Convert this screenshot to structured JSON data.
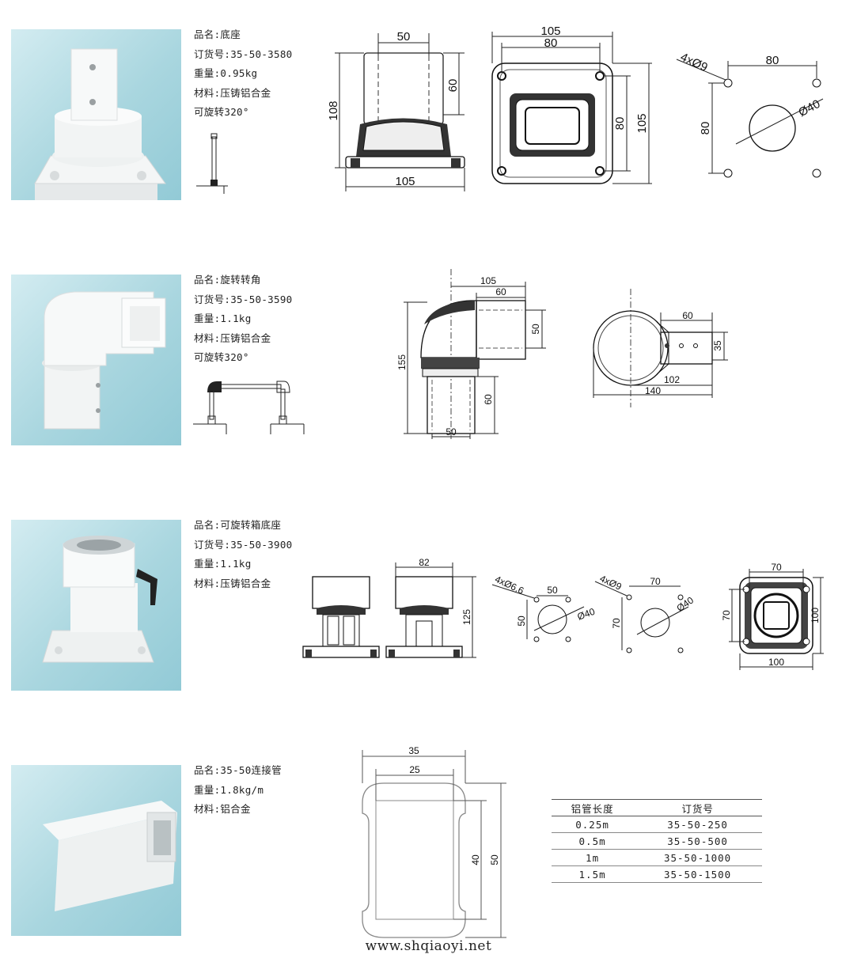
{
  "products": [
    {
      "name_line": "品名:底座",
      "order_line": "订货号:35-50-3580",
      "weight_line": "重量:0.95kg",
      "material_line": "材料:压铸铝合金",
      "rotate_line": "可旋转320°",
      "dims": {
        "top_width": "50",
        "height_right": "60",
        "height_left": "108",
        "base_width": "105",
        "plan_outer": "105",
        "plan_inner": "80",
        "plan_side_inner": "80",
        "plan_side_outer": "105",
        "holes": "4xØ9",
        "hole_spacing_x": "80",
        "hole_spacing_y": "80",
        "bore": "Ø40"
      }
    },
    {
      "name_line": "品名:旋转转角",
      "order_line": "订货号:35-50-3590",
      "weight_line": "重量:1.1kg",
      "material_line": "材料:压铸铝合金",
      "rotate_line": "可旋转320°",
      "dims": {
        "top_total": "105",
        "top_arm": "60",
        "arm_height": "50",
        "total_height": "155",
        "leg_height": "60",
        "leg_width": "50",
        "plan_arm": "60",
        "plan_arm_h": "35",
        "plan_102": "102",
        "plan_140": "140"
      }
    },
    {
      "name_line": "品名:可旋转箱底座",
      "order_line": "订货号:35-50-3900",
      "weight_line": "重量:1.1kg",
      "material_line": "材料:压铸铝合金",
      "dims": {
        "top_width": "82",
        "height": "125",
        "holes_a": "4xØ6.6",
        "spacing_a": "50",
        "spacing_a_y": "50",
        "bore_a": "Ø40",
        "holes_b": "4xØ9",
        "spacing_b": "70",
        "spacing_b_y": "70",
        "bore_b": "Ø40",
        "plan_top": "70",
        "plan_left": "70",
        "plan_right": "100",
        "plan_bottom": "100"
      }
    },
    {
      "name_line": "品名:35-50连接管",
      "weight_line": "重量:1.8kg/m",
      "material_line": "材料:铝合金",
      "dims": {
        "outer_width": "35",
        "inner_width": "25",
        "inner_height": "40",
        "outer_height": "50"
      }
    }
  ],
  "pipe_table": {
    "headers": [
      "铝管长度",
      "订货号"
    ],
    "rows": [
      [
        "0.25m",
        "35-50-250"
      ],
      [
        "0.5m",
        "35-50-500"
      ],
      [
        "1m",
        "35-50-1000"
      ],
      [
        "1.5m",
        "35-50-1500"
      ]
    ]
  },
  "footer": {
    "url": "www.shqiaoyi.net"
  }
}
